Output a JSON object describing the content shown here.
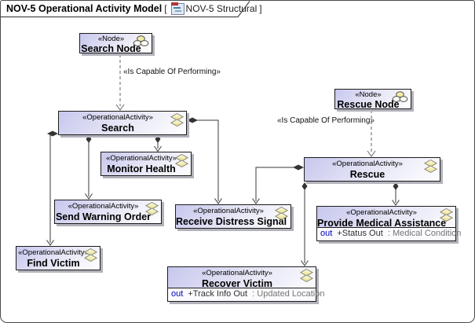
{
  "header": {
    "title": "NOV-5 Operational Activity Model",
    "open_bracket": "[",
    "diagram_ref": "NOV-5 Structural",
    "close_bracket": "]"
  },
  "boxes": {
    "search_node": {
      "stereotype": "«Node»",
      "name": "Search Node"
    },
    "rescue_node": {
      "stereotype": "«Node»",
      "name": "Rescue Node"
    },
    "search": {
      "stereotype": "«OperationalActivity»",
      "name": "Search"
    },
    "monitor_health": {
      "stereotype": "«OperationalActivity»",
      "name": "Monitor Health"
    },
    "send_warning_order": {
      "stereotype": "«OperationalActivity»",
      "name": "Send Warning Order"
    },
    "find_victim": {
      "stereotype": "«OperationalActivity»",
      "name": "Find Victim"
    },
    "receive_distress_signal": {
      "stereotype": "«OperationalActivity»",
      "name": "Receive Distress Signal"
    },
    "rescue": {
      "stereotype": "«OperationalActivity»",
      "name": "Rescue"
    },
    "provide_medical_assistance": {
      "stereotype": "«OperationalActivity»",
      "name": "Provide Medical Assistance",
      "attr_direction": "out",
      "attr_name": "+Status Out",
      "attr_type": ": Medical Condition"
    },
    "recover_victim": {
      "stereotype": "«OperationalActivity»",
      "name": "Recover Victim",
      "attr_direction": "out",
      "attr_name": "+Track Info Out",
      "attr_type": ": Updated Location"
    }
  },
  "edge_labels": {
    "search_performs": "«Is Capable Of Performing»",
    "rescue_performs": "«Is Capable Of Performing»"
  },
  "colors": {
    "box_fill_top": "#c7c7ee",
    "box_fill_bottom": "#ffffff",
    "box_border": "#1c1c1c",
    "box_shadow": "#b2b2bb",
    "edge_line": "#3a3a3a",
    "dashed_edge_line": "#666666",
    "out_keyword_text": "#0000bb",
    "attr_type_text": "#757575",
    "activity_icon_fill": "#f3eeb4",
    "node_icon_top_fill": "#f2eda6"
  }
}
